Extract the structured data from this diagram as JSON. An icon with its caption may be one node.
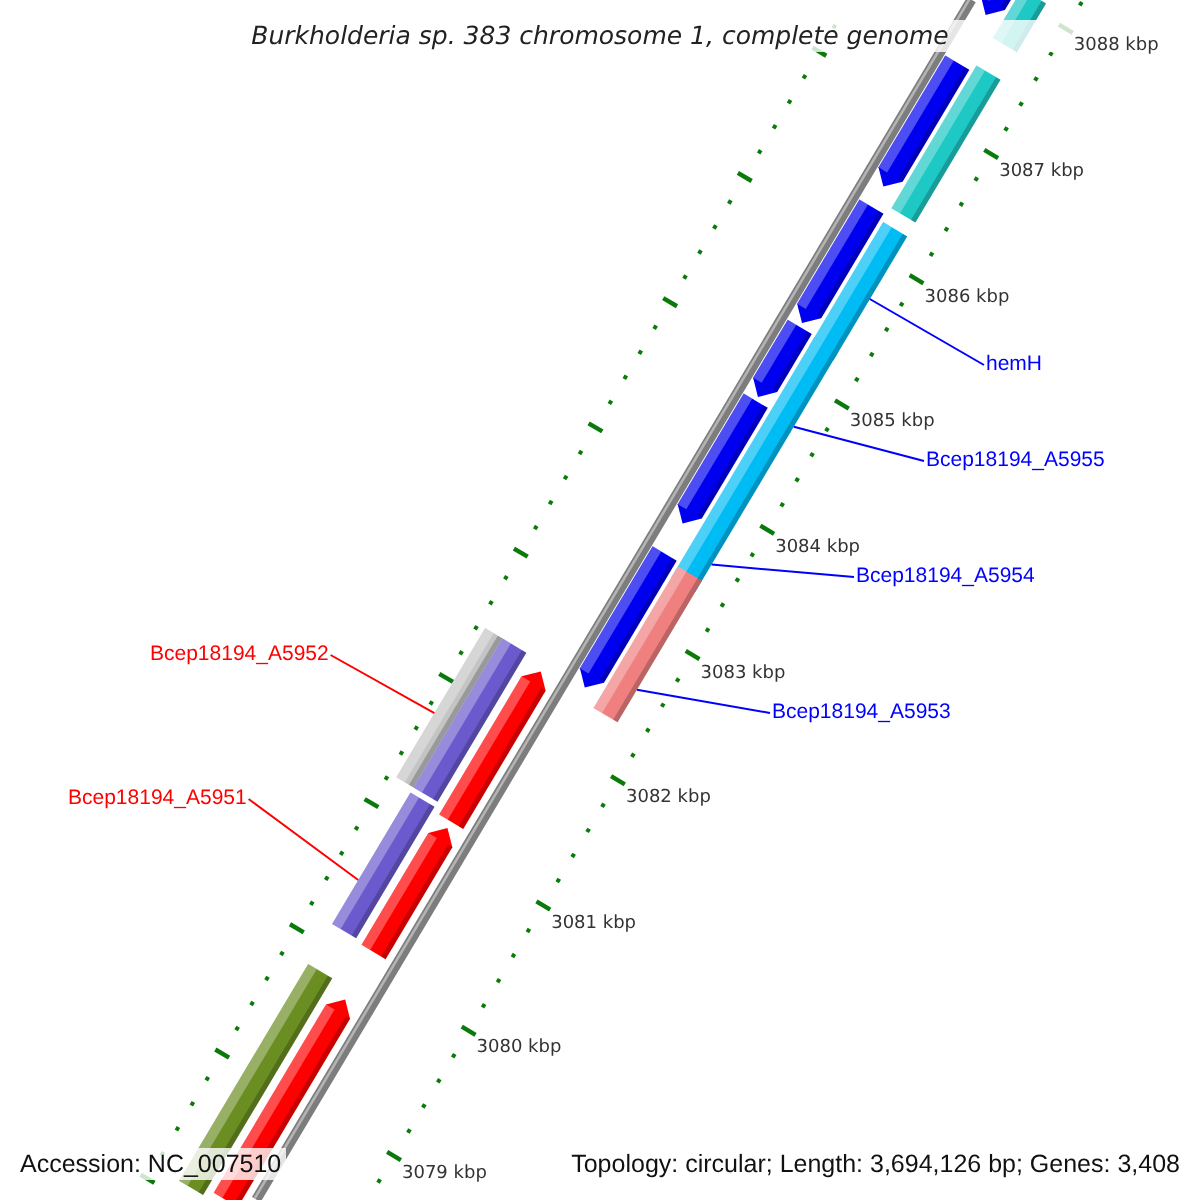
{
  "diagram": {
    "title": "Burkholderia sp. 383 chromosome 1, complete genome",
    "nodes": [
      {
        "text": [
          "hemH"
        ]
      },
      {
        "text": [
          "Bcep18194_A5955"
        ]
      },
      {
        "text": [
          "Bcep18194_A5954"
        ]
      },
      {
        "text": [
          "Bcep18194_A5953"
        ]
      },
      {
        "text": [
          "Bcep18194_A5952"
        ]
      },
      {
        "text": [
          "Bcep18194_A5951"
        ]
      },
      {
        "text": [],
        "shape": "bar"
      },
      {
        "text": [],
        "shape": "bar"
      },
      {
        "text": [],
        "shape": "bar"
      },
      {
        "text": [],
        "shape": "bar"
      },
      {
        "text": [],
        "shape": "bar"
      },
      {
        "text": [],
        "shape": "bar"
      },
      {
        "text": [],
        "shape": "bar"
      },
      {
        "text": [],
        "shape": "bar"
      },
      {
        "text": [],
        "shape": "bar"
      },
      {
        "text": [],
        "shape": "bar"
      },
      {
        "text": [],
        "shape": "bar"
      },
      {
        "text": [],
        "shape": "bar"
      },
      {
        "text": [],
        "shape": "bar"
      },
      {
        "text": [],
        "shape": "bar"
      },
      {
        "text": [],
        "shape": "bar"
      },
      {
        "text": [],
        "shape": "bar"
      },
      {
        "text": [],
        "shape": "bar"
      },
      {
        "text": [],
        "shape": "bar"
      },
      {
        "text": [],
        "shape": "bar"
      }
    ],
    "edges": [
      {
        "from": 0,
        "to": 11,
        "arrow": "none"
      },
      {
        "from": 1,
        "to": 13,
        "arrow": "none"
      },
      {
        "from": 2,
        "to": 15,
        "arrow": "none"
      },
      {
        "from": 3,
        "to": 17,
        "arrow": "none"
      },
      {
        "from": 4,
        "to": 18,
        "arrow": "none",
        "color": "#ff0000"
      },
      {
        "from": 5,
        "to": 21,
        "arrow": "none",
        "color": "#ff0000"
      }
    ],
    "labels": [
      "3088 kbp",
      "3087 kbp",
      "3086 kbp",
      "3085 kbp",
      "3084 kbp",
      "3083 kbp",
      "3082 kbp",
      "3081 kbp",
      "3080 kbp",
      "3079 kbp",
      "Accession: NC_007510",
      "Topology: circular; Length: 3,694,126 bp; Genes: 3,408"
    ]
  }
}
